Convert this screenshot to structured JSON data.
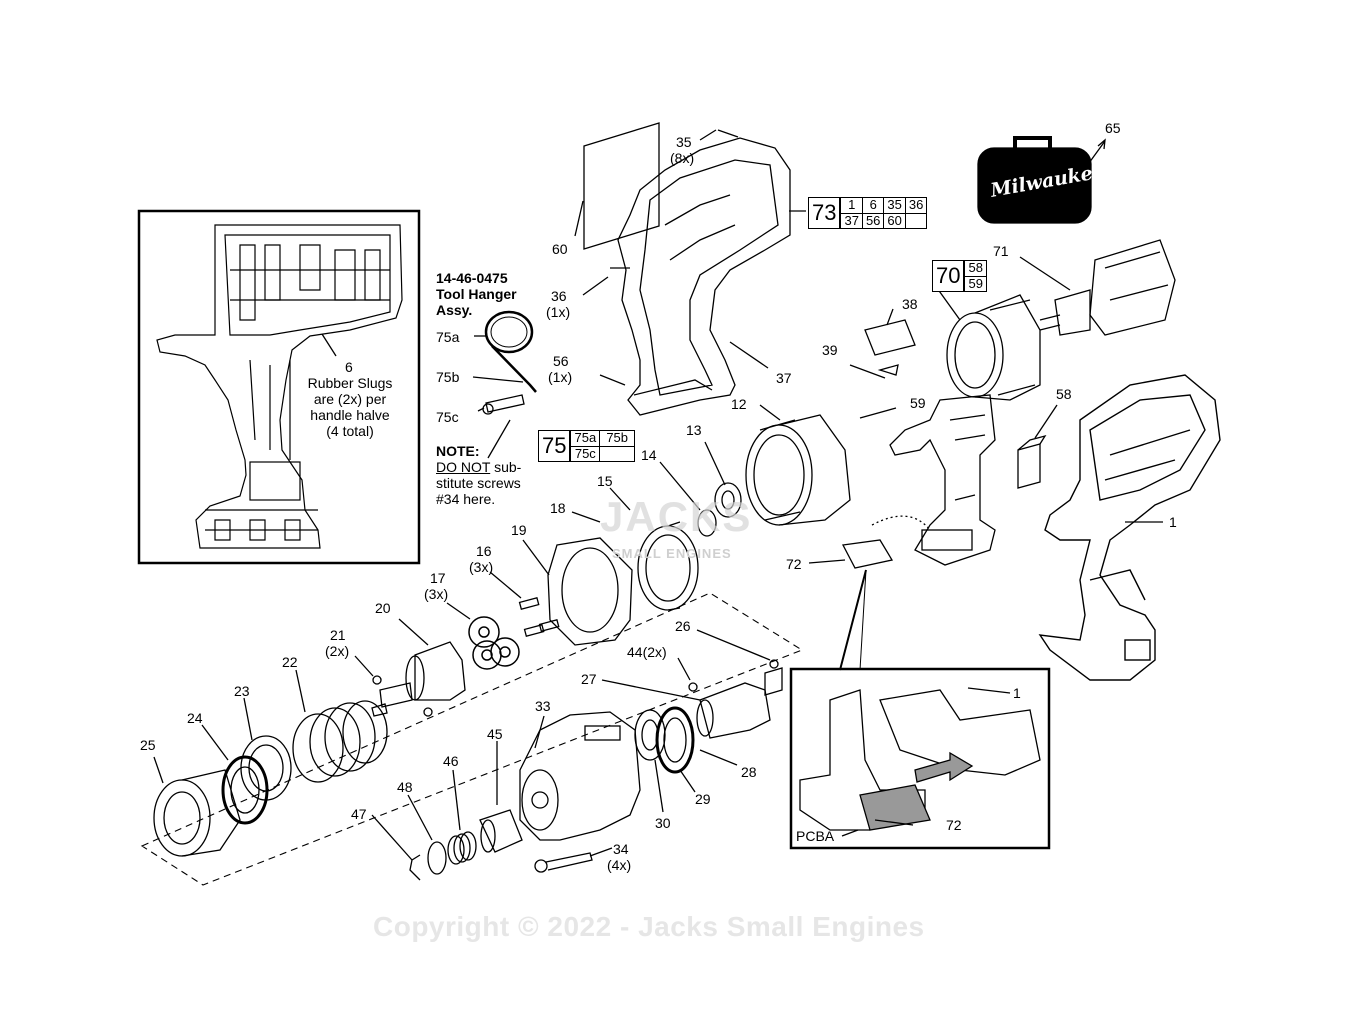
{
  "inset_note": {
    "callout": "6",
    "lines": [
      "Rubber Slugs",
      "are (2x) per",
      "handle halve",
      "(4 total)"
    ]
  },
  "tool_hanger": {
    "part_number": "14-46-0475",
    "title_line1": "Tool Hanger",
    "title_line2": "Assy.",
    "labels": [
      "75a",
      "75b",
      "75c"
    ]
  },
  "note": {
    "heading": "NOTE:",
    "underlined": "DO NOT",
    "line1_rest": " sub-",
    "line2": "stitute screws",
    "line3": "#34 here."
  },
  "kits": {
    "k73": {
      "id": "73",
      "row1": [
        "1",
        "6",
        "35",
        "36"
      ],
      "row2": [
        "37",
        "56",
        "60",
        ""
      ]
    },
    "k70": {
      "id": "70",
      "row1": [
        "58"
      ],
      "row2": [
        "59"
      ]
    },
    "k75": {
      "id": "75",
      "row1": [
        "75a",
        "75b"
      ],
      "row2": [
        "75c",
        ""
      ]
    }
  },
  "callouts": {
    "c35": "35",
    "c35q": "(8x)",
    "c36": "36",
    "c36q": "(1x)",
    "c56": "56",
    "c56q": "(1x)",
    "c60": "60",
    "c37": "37",
    "c65": "65",
    "c71": "71",
    "c38": "38",
    "c39": "39",
    "c59": "59",
    "c58": "58",
    "c12": "12",
    "c13": "13",
    "c14": "14",
    "c15": "15",
    "c18": "18",
    "c19": "19",
    "c16": "16",
    "c16q": "(3x)",
    "c17": "17",
    "c17q": "(3x)",
    "c20": "20",
    "c21": "21",
    "c21q": "(2x)",
    "c22": "22",
    "c23": "23",
    "c24": "24",
    "c25": "25",
    "c26": "26",
    "c44": "44(2x)",
    "c27": "27",
    "c33": "33",
    "c28": "28",
    "c29": "29",
    "c30": "30",
    "c45": "45",
    "c46": "46",
    "c47": "47",
    "c48": "48",
    "c34": "34",
    "c34q": "(4x)",
    "c72": "72",
    "c1": "1",
    "c1b": "1",
    "c72b": "72",
    "pcba": "PCBA"
  },
  "brand": "Milwaukee",
  "watermark": {
    "main": "JACKS",
    "sub": "SMALL ENGINES"
  },
  "copyright": "Copyright © 2022 - Jacks Small Engines"
}
